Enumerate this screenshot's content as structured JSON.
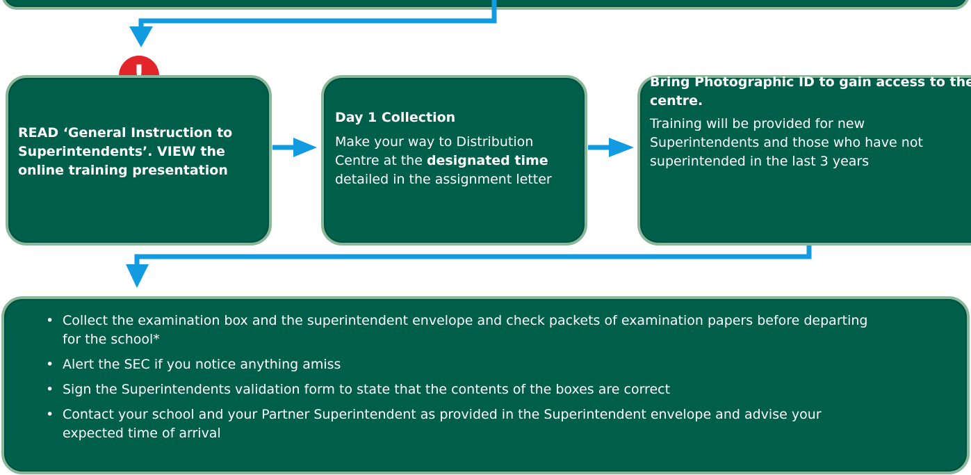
{
  "alert_badge": {
    "symbol": "!",
    "color": "#e2242b"
  },
  "colors": {
    "box_fill": "#005f4a",
    "box_border": "#88b79a",
    "arrow": "#129be1",
    "text": "#ffffff"
  },
  "step1": {
    "text_bold": "READ ‘General Instruction to Superintendents’. VIEW the online training presentation"
  },
  "step2": {
    "title": "Day 1 Collection",
    "body_pre": "Make your way to Distribution Centre at the ",
    "body_bold": "designated time",
    "body_post": " detailed in the assignment letter"
  },
  "step3": {
    "title": "Bring Photographic ID to gain access to the centre.",
    "body": "Training will be provided for new Superintendents and those who have not superintended in the last 3 years"
  },
  "step4": {
    "items": [
      "Collect the examination box and the superintendent envelope and check packets of examination papers before departing for the school*",
      "Alert the SEC if you notice anything amiss",
      "Sign the Superintendents validation form to state that the contents of the boxes are correct",
      "Contact your school and your Partner Superintendent as provided in the Superintendent envelope and advise your expected time of arrival"
    ]
  }
}
